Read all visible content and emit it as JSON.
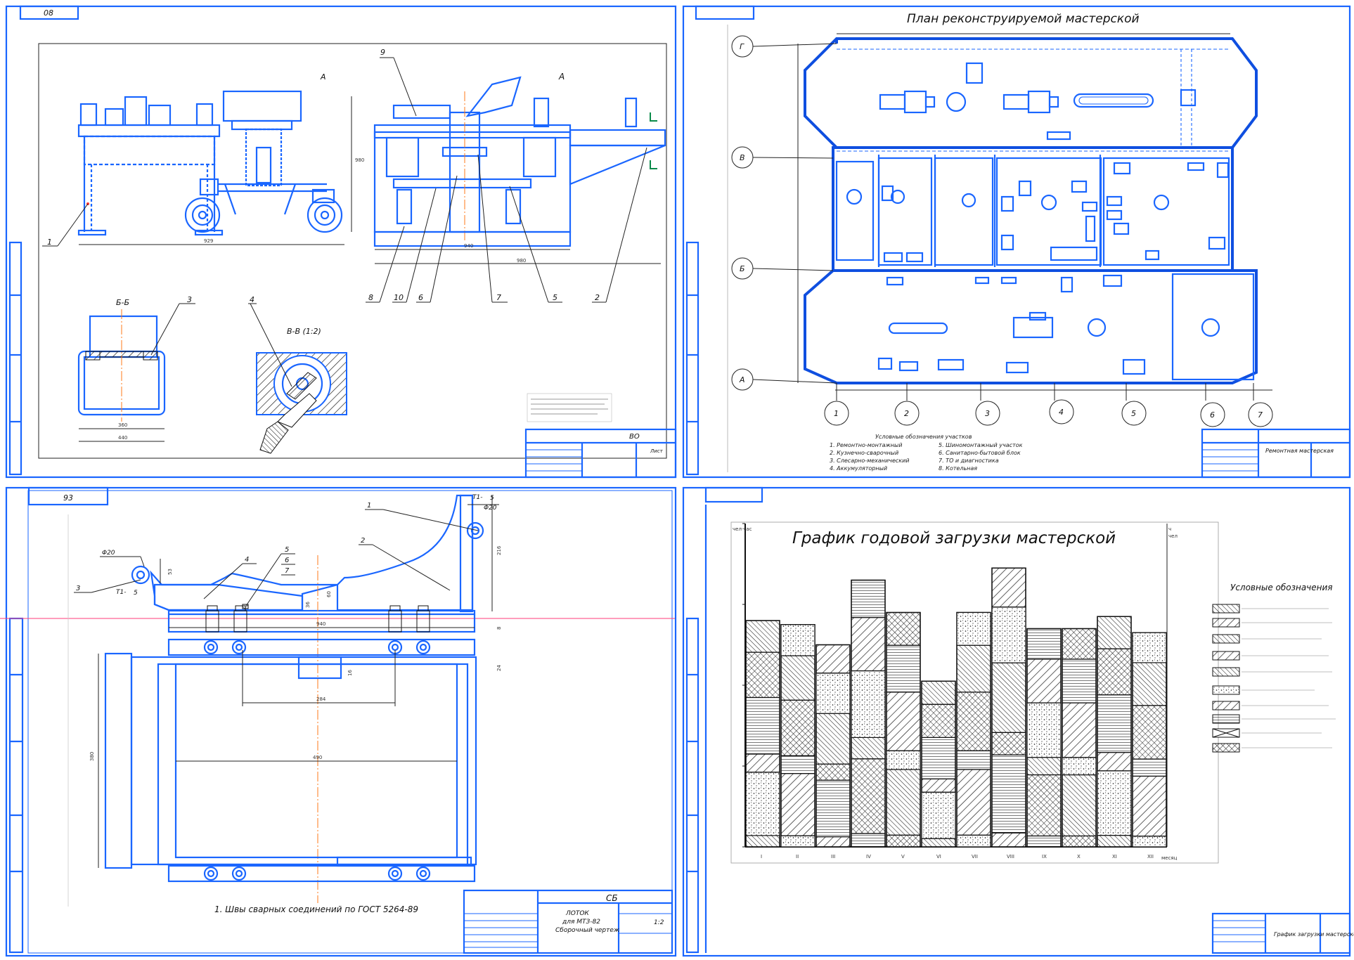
{
  "sheet1": {
    "sheet_no": "08",
    "section_bb": "Б-Б",
    "section_vv": "В-В (1:2)",
    "view_a": "A",
    "view_a_top": "A",
    "leaders": [
      "1",
      "2",
      "3",
      "4",
      "5",
      "6",
      "7",
      "8",
      "9",
      "10"
    ],
    "dims": {
      "d929": "929",
      "d940": "940",
      "d360": "360",
      "d440": "440",
      "d980": "980"
    },
    "title_code": "ВО",
    "sheet_label": "Лист"
  },
  "sheet2": {
    "title": "План реконструируемой мастерской",
    "rows": [
      "Г",
      "В",
      "Б",
      "А"
    ],
    "cols": [
      "1",
      "2",
      "3",
      "4",
      "5",
      "6",
      "7"
    ],
    "legend_title": "Условные обозначения участков",
    "legend_left": [
      "1. Ремонтно-монтажный",
      "2. Кузнечно-сварочный",
      "3. Слесарно-механический",
      "4. Аккумуляторный"
    ],
    "legend_right": [
      "5. Шиномонтажный участок",
      "6. Санитарно-бытовой блок",
      "7. ТО и диагностика",
      "8. Котельная"
    ],
    "stamp": "Ремонтная мастерская"
  },
  "sheet3": {
    "sheet_no": "93",
    "note": "1. Швы сварных соединений по ГОСТ 5264-89",
    "code": "СБ",
    "name1": "ЛОТОК",
    "name2": "для МТЗ-82",
    "name3": "Сборочный чертеж",
    "dims": {
      "d940": "940",
      "d284": "284",
      "d490": "490",
      "d380": "380",
      "d53": "53",
      "d60": "60",
      "d36": "36",
      "d20": "Φ20",
      "d20b": "Φ20",
      "d216": "216",
      "d8": "8",
      "d16": "16",
      "d24": "24"
    },
    "weld": "Т1-",
    "weld_n": "5",
    "leaders": [
      "1",
      "2",
      "3",
      "4",
      "5",
      "6",
      "7"
    ],
    "scale": "1:2"
  },
  "sheet4": {
    "title": "График годовой загрузки мастерской",
    "legend_title": "Условные обозначения",
    "ylabel": "чел·час",
    "xlabel": "месяц",
    "months": [
      "I",
      "II",
      "III",
      "IV",
      "V",
      "VI",
      "VII",
      "VIII",
      "IX",
      "X",
      "XI",
      "XII"
    ],
    "stamp": "График загрузки мастерской"
  },
  "chart_data": {
    "type": "bar",
    "title": "График годовой загрузки мастерской",
    "categories": [
      "I",
      "II",
      "III",
      "IV",
      "V",
      "VI",
      "VII",
      "VIII",
      "IX",
      "X",
      "XI",
      "XII"
    ],
    "values": [
      280,
      275,
      250,
      330,
      290,
      205,
      290,
      345,
      270,
      270,
      285,
      265
    ],
    "ylim": [
      0,
      400
    ],
    "grid": false,
    "legend_placement": "right"
  }
}
